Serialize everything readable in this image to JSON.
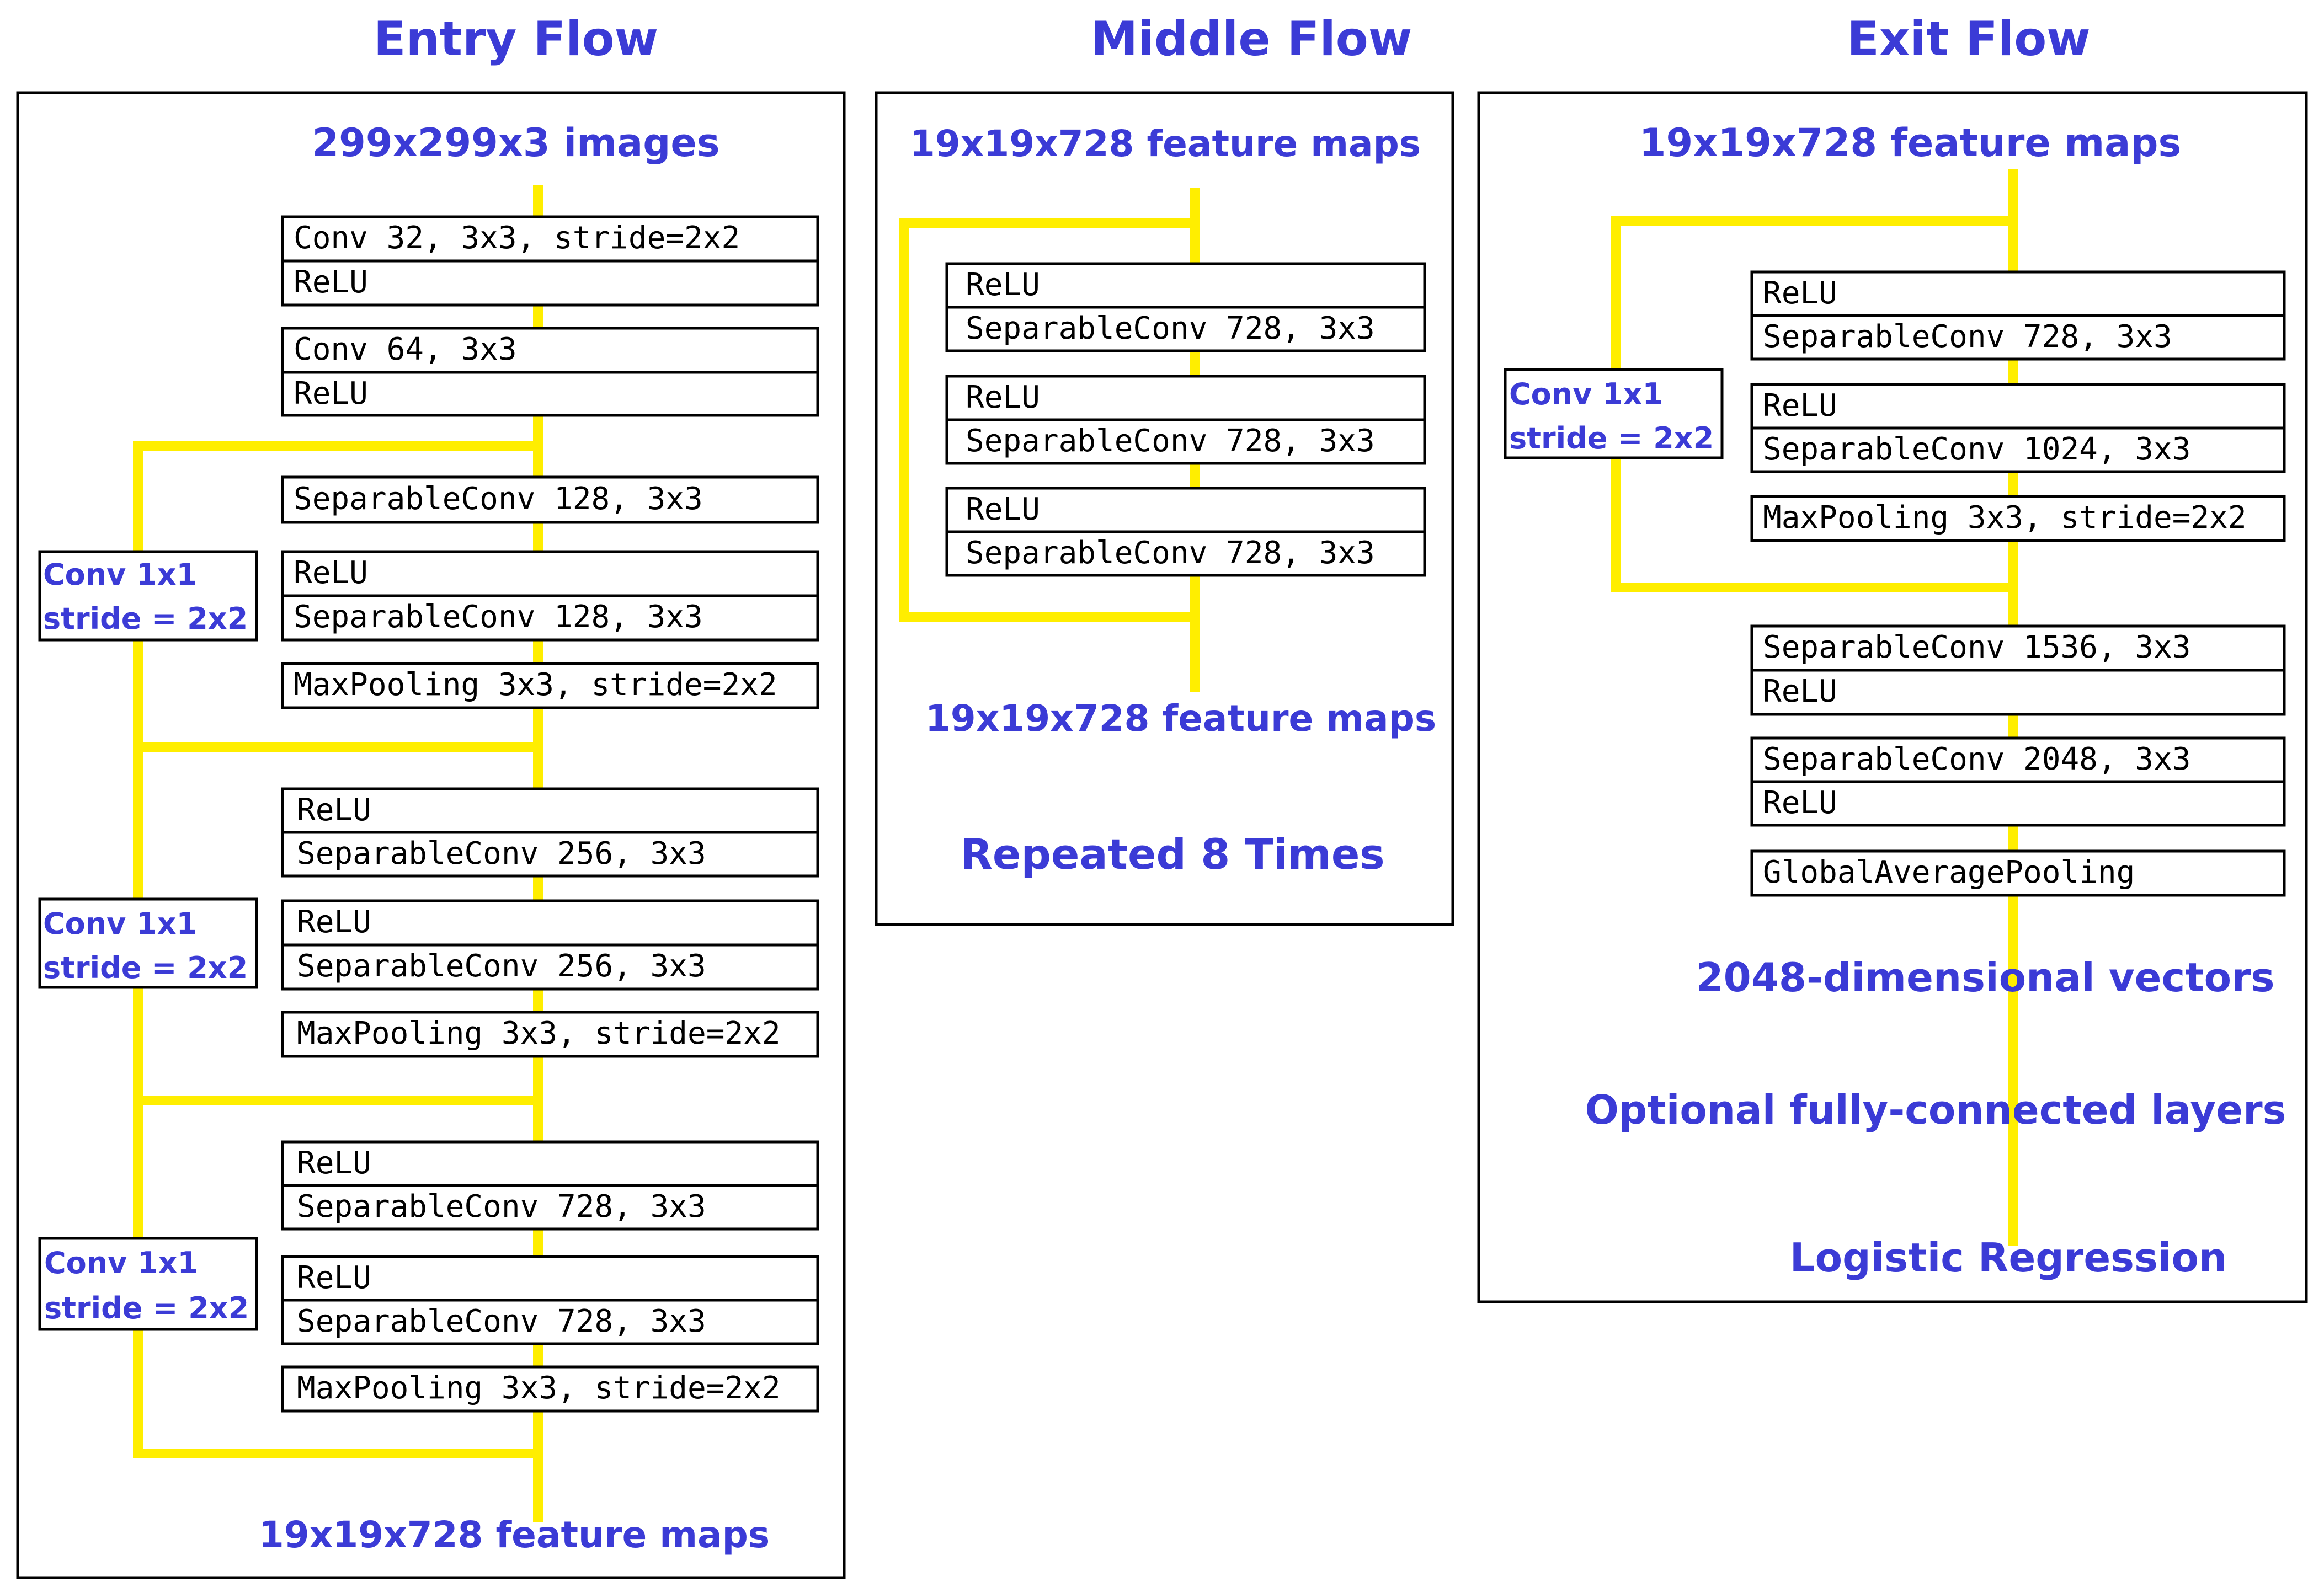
{
  "entry": {
    "title": "Entry Flow",
    "input": "299x299x3 images",
    "output": "19x19x728 feature maps",
    "layers": [
      "Conv 32, 3x3, stride=2x2",
      "ReLU",
      "Conv 64, 3x3",
      "ReLU",
      "SeparableConv 128, 3x3",
      "ReLU",
      "SeparableConv 128, 3x3",
      "MaxPooling 3x3, stride=2x2",
      "ReLU",
      "SeparableConv 256, 3x3",
      "ReLU",
      "SeparableConv 256, 3x3",
      "MaxPooling 3x3, stride=2x2",
      "ReLU",
      "SeparableConv 728, 3x3",
      "ReLU",
      "SeparableConv 728, 3x3",
      "MaxPooling 3x3, stride=2x2"
    ],
    "skip": [
      "Conv 1x1",
      "stride = 2x2"
    ]
  },
  "middle": {
    "title": "Middle Flow",
    "input": "19x19x728 feature maps",
    "output": "19x19x728 feature maps",
    "repeat": "Repeated 8 Times",
    "layers": [
      "ReLU",
      "SeparableConv 728, 3x3",
      "ReLU",
      "SeparableConv 728, 3x3",
      "ReLU",
      "SeparableConv 728, 3x3"
    ]
  },
  "exit": {
    "title": "Exit Flow",
    "input": "19x19x728 feature maps",
    "layers": [
      "ReLU",
      "SeparableConv 728, 3x3",
      "ReLU",
      "SeparableConv 1024, 3x3",
      "MaxPooling 3x3, stride=2x2",
      "SeparableConv 1536, 3x3",
      "ReLU",
      "SeparableConv 2048, 3x3",
      "ReLU",
      "GlobalAveragePooling"
    ],
    "skip": [
      "Conv 1x1",
      "stride = 2x2"
    ],
    "vectors": "2048-dimensional vectors",
    "fc": "Optional fully-connected layers",
    "output": "Logistic Regression"
  },
  "colors": {
    "label": "#3b3bd6",
    "wire": "#ffee00",
    "box_stroke": "#000000"
  }
}
